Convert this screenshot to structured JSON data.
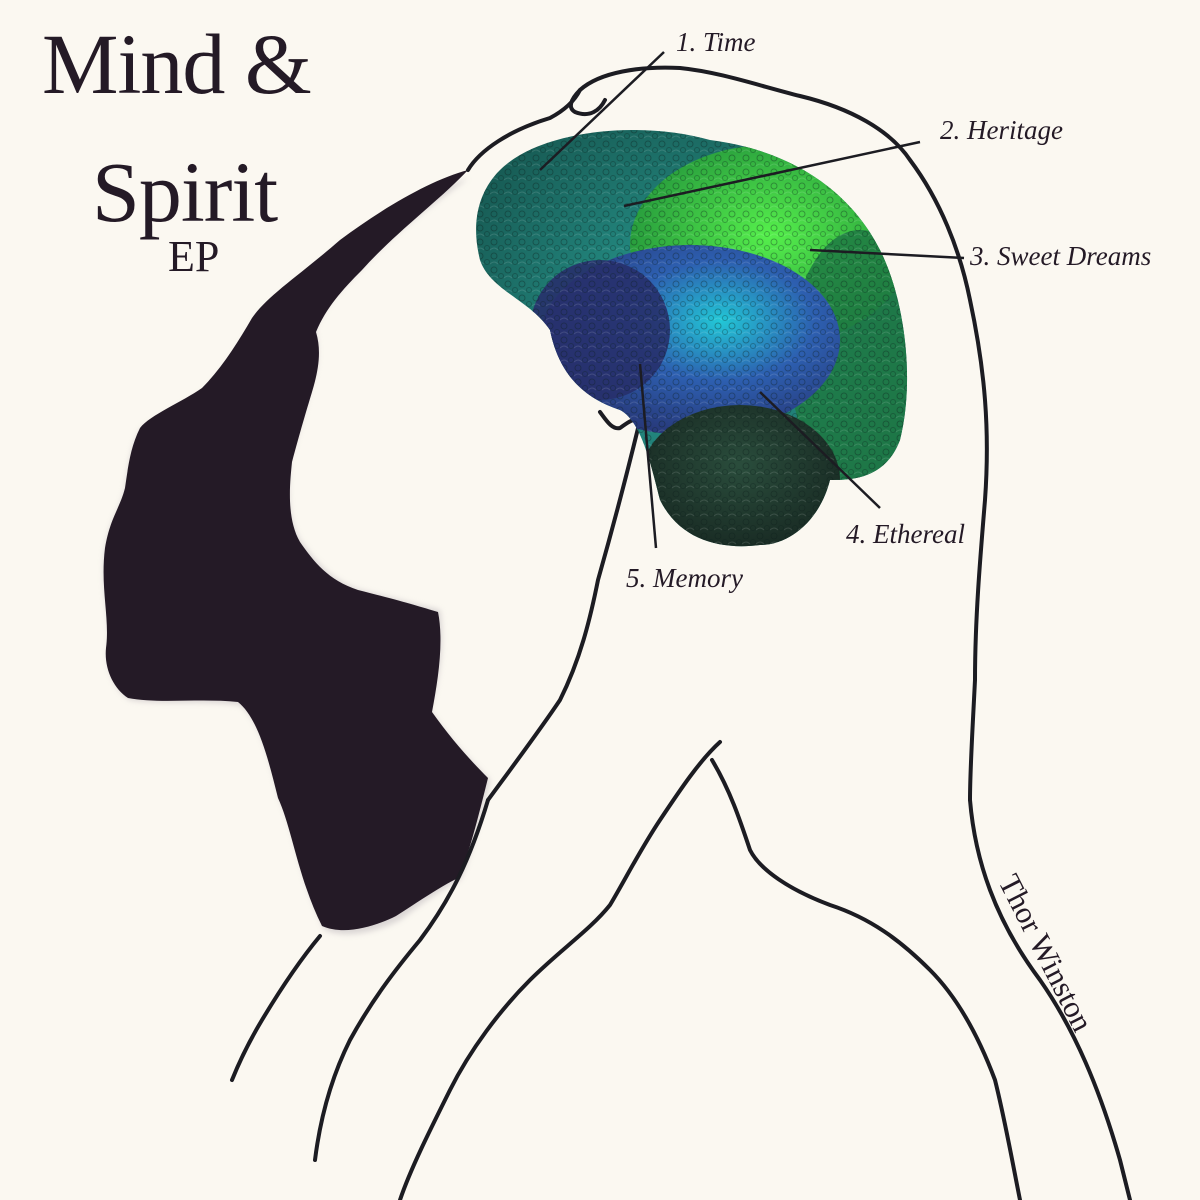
{
  "album": {
    "title_line_1": "Mind &",
    "title_line_2": "Spirit",
    "subtitle": "EP",
    "artist": "Thor Winston"
  },
  "tracks": [
    {
      "label": "1. Time"
    },
    {
      "label": "2. Heritage"
    },
    {
      "label": "3. Sweet Dreams"
    },
    {
      "label": "4. Ethereal"
    },
    {
      "label": "5. Memory"
    }
  ],
  "illustration": {
    "subject": "profile silhouette with colorful brain",
    "background_color": "#fbf8f1",
    "silhouette_color": "#241a26",
    "brain_colors": [
      "#1d7f74",
      "#3fdc46",
      "#22b6c8",
      "#2a3f8e",
      "#1e2f2a"
    ],
    "line_color": "#1c1c22"
  }
}
